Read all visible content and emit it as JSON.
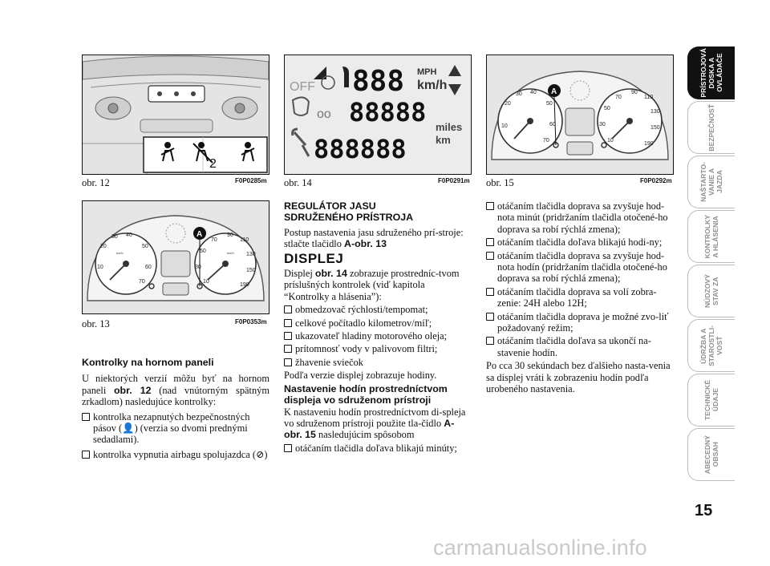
{
  "figures": {
    "fig12": {
      "caption": "obr. 12",
      "code": "F0P0285m",
      "num2": "2"
    },
    "fig13": {
      "caption": "obr. 13",
      "code": "F0P0353m",
      "marker": "A",
      "gauge_left_label": "km/h",
      "gauge_right_label": "km/h"
    },
    "fig14": {
      "caption": "obr. 14",
      "code": "F0P0291m",
      "display": {
        "off": "OFF",
        "speed_digits": "888",
        "mph": "MPH",
        "kmh": "km/h",
        "mid_digits": "88888",
        "miles": "miles",
        "km": "km",
        "odo_digits": "888888"
      }
    },
    "fig15": {
      "caption": "obr. 15",
      "code": "F0P0292m",
      "marker": "A"
    }
  },
  "left_column": {
    "heading": "Kontrolky na hornom paneli",
    "intro_1": "U niektorých verzií môžu byť na hornom paneli ",
    "intro_ref": "obr. 12",
    "intro_2": " (nad vnútorným spätným zrkadlom) nasledujúce kontrolky:",
    "item1": "kontrolka nezapnutých bezpečnostných pásov (",
    "item1_end": ") (verzia so dvomi prednými sedadlami).",
    "item2": "kontrolka vypnutia airbagu spolujazdca (",
    "item2_end": ")"
  },
  "middle_column": {
    "heading_line1": "REGULÁTOR JASU",
    "heading_line2": "SDRUŽENÉHO PRÍSTROJA",
    "jas_text": "Postup nastavenia jasu sdruženého prí-stroje: stlačte tlačidlo ",
    "jas_ref": "A-obr. 13",
    "displej_title": "DISPLEJ",
    "displej_1": "Displej ",
    "displej_ref": "obr. 14",
    "displej_2": " zobrazuje prostredníc-tvom príslušných kontrolek (viď kapitola “Kontrolky a hlásenia”):",
    "items": [
      "obmedzovač rýchlosti/tempomat;",
      "celkové počítadlo kilometrov/míľ;",
      "ukazovateľ hladiny motorového oleja;",
      "prítomnosť vody v palivovom filtri;",
      "žhavenie sviečok"
    ],
    "hodiny": "Podľa verzie displej zobrazuje hodiny.",
    "sub_heading": "Nastavenie hodín prostredníctvom displeja vo sdruženom prístroji",
    "sub_text_1": "K nastaveniu hodín prostredníctvom di-spleja vo sdruženom prístroji použite tla-čidlo ",
    "sub_ref": "A-obr. 15",
    "sub_text_2": " nasledujúcim spôsobom",
    "last_item": "otáčaním tlačidla doľava blikajú minúty;"
  },
  "right_column": {
    "items": [
      "otáčaním tlačidla doprava sa zvyšuje hod-nota minút (pridržaním tlačidla otočené-ho doprava sa robí rýchlá zmena);",
      "otáčaním tlačidla doľava blikajú hodi-ny;",
      "otáčaním tlačidla doprava sa zvyšuje hod-nota hodín (pridržaním tlačidla otočené-ho doprava sa robí rýchlá zmena);",
      "otáčaním tlačidla doprava sa volí zobra-zenie: 24H alebo 12H;",
      "otáčaním tlačidla doprava je možné zvo-liť požadovaný režim;",
      "otáčaním tlačidla doľava sa ukončí na-stavenie hodín."
    ],
    "closing": "Po cca 30 sekúndach bez ďalšieho nasta-venia sa displej vráti k zobrazeniu hodín podľa urobeného nastavenia."
  },
  "sidebar": {
    "tabs": [
      "PRÍSTROJOVÁ\nDOSKA A\nOVLÁDAČE",
      "BEZPEČNOSŤ",
      "NAŠTARTO-\nVANIE A\nJAZDA",
      "KONTROLKY\nA HLÁSENIA",
      "NÚDZOVÝ\nSTAV ZA",
      "ÚDRŽBA A\nSTAROSTLI-\nVOSŤ",
      "TECHNICKÉ\nÚDAJE",
      "ABECEDNÝ\nOBSAH"
    ],
    "active": 0
  },
  "page_number": "15",
  "watermark": "carmanualsonline.info",
  "colors": {
    "active_tab": "#111111",
    "tab_text": "#8f8f8f",
    "figure_bg": "#e9e9e9"
  }
}
